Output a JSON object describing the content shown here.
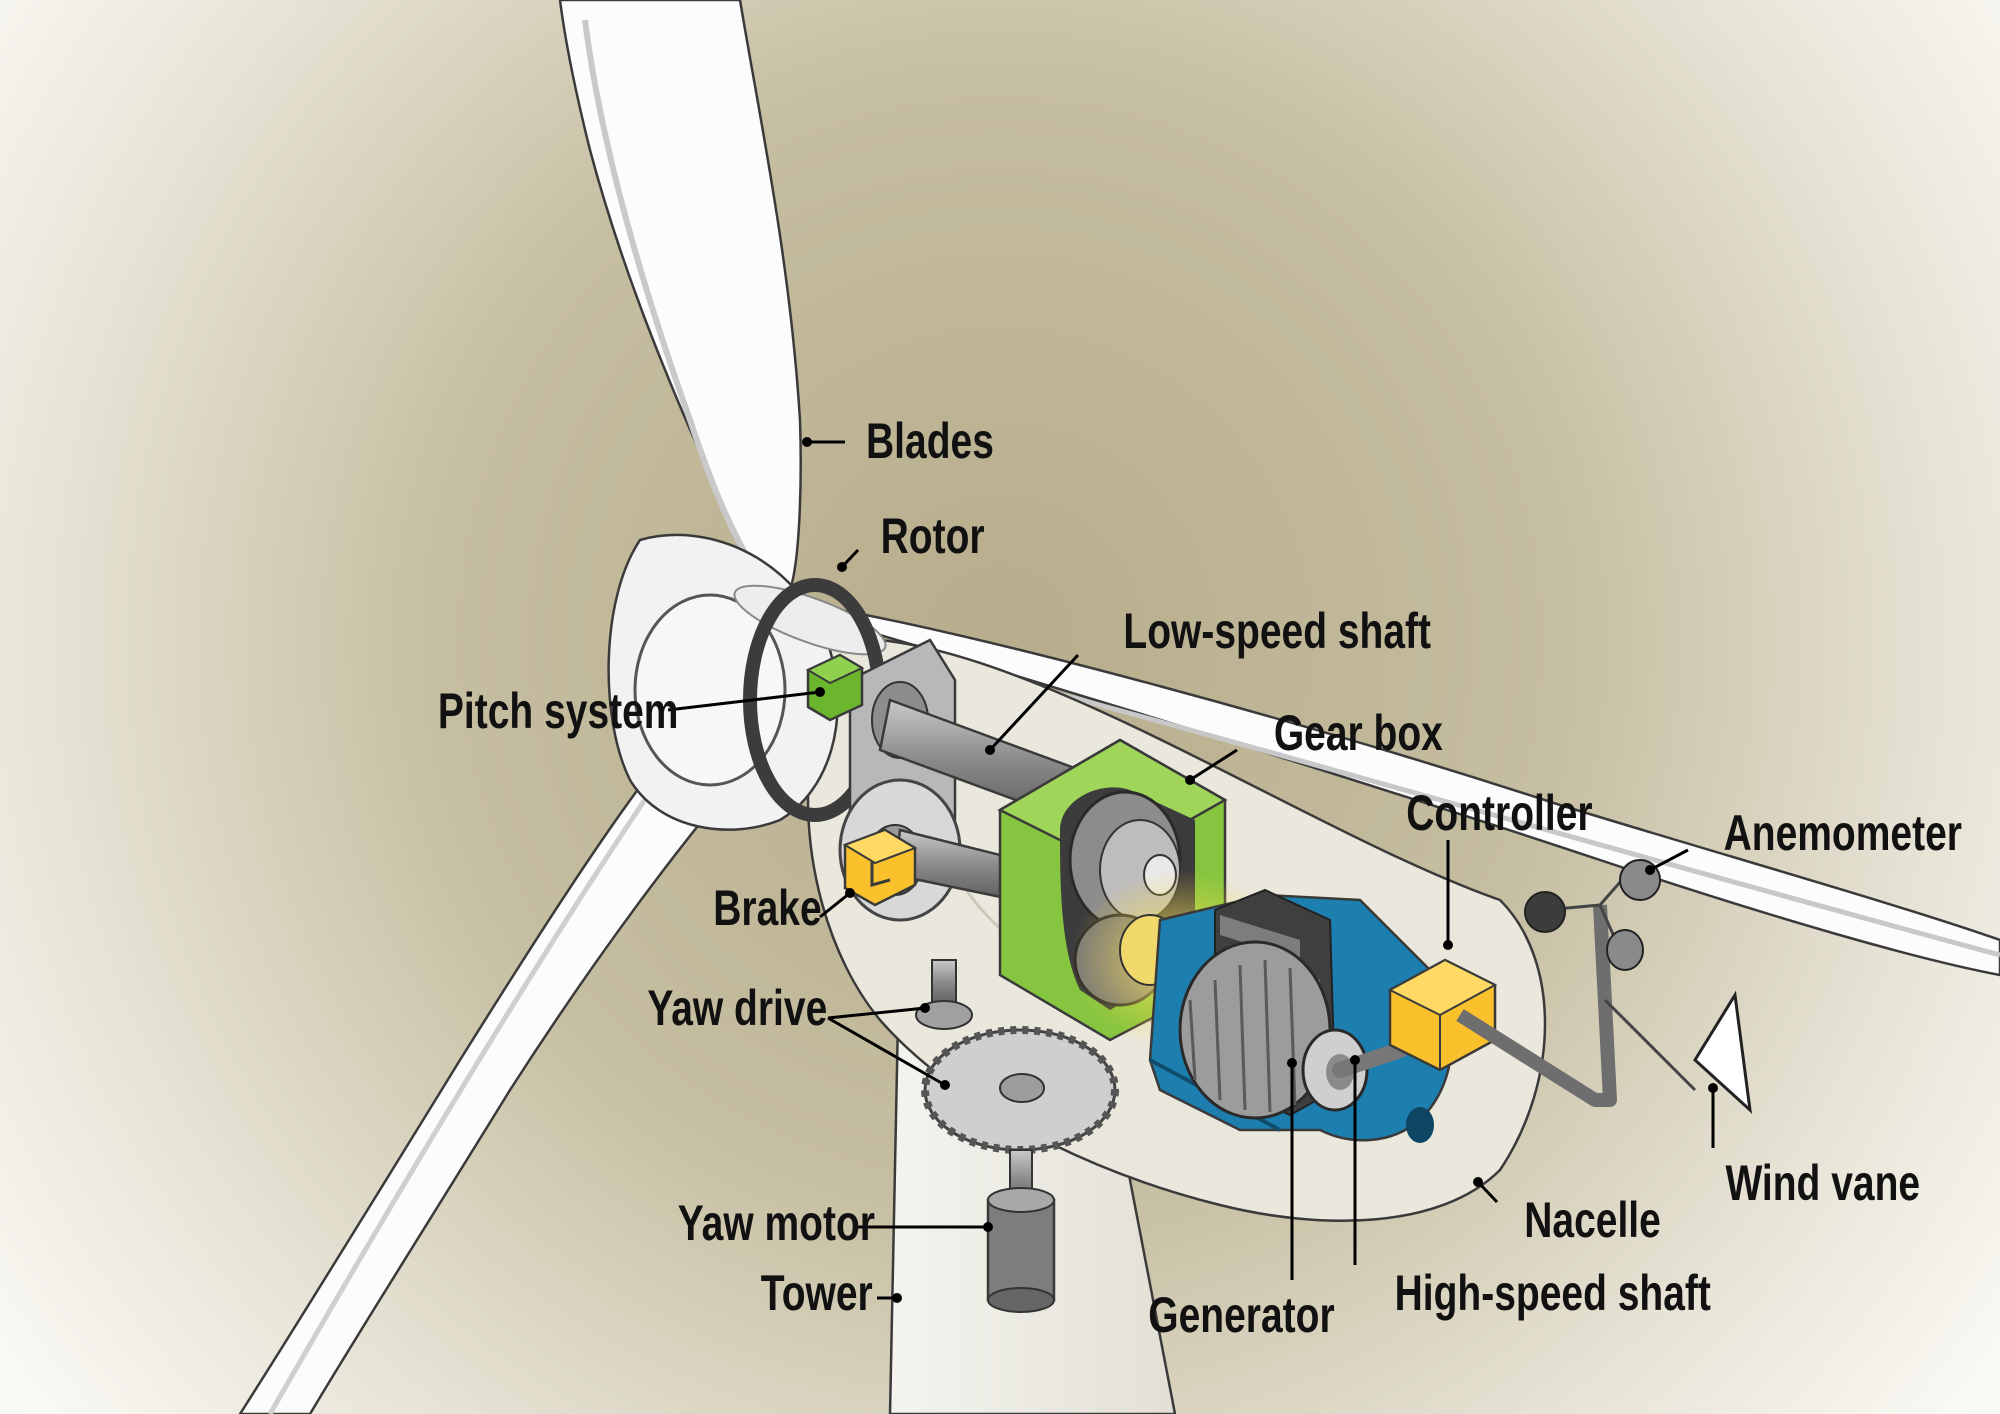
{
  "diagram": {
    "labels": {
      "blades": "Blades",
      "rotor": "Rotor",
      "pitch_system": "Pitch system",
      "low_speed_shaft": "Low-speed shaft",
      "gear_box": "Gear box",
      "controller": "Controller",
      "anemometer": "Anemometer",
      "brake": "Brake",
      "yaw_drive": "Yaw drive",
      "wind_vane": "Wind vane",
      "nacelle": "Nacelle",
      "yaw_motor": "Yaw motor",
      "tower": "Tower",
      "generator": "Generator",
      "high_speed_shaft": "High-speed shaft"
    },
    "colors": {
      "background_light": "#fbfaf6",
      "background_dark": "#b9b08f",
      "blade": "#fcfcfc",
      "gearbox_green": "#86c540",
      "pitch_green": "#6cb62e",
      "controller_yellow": "#fbc12c",
      "generator_blue": "#1c7fb0",
      "metal_gray": "#8f8f8f"
    }
  }
}
